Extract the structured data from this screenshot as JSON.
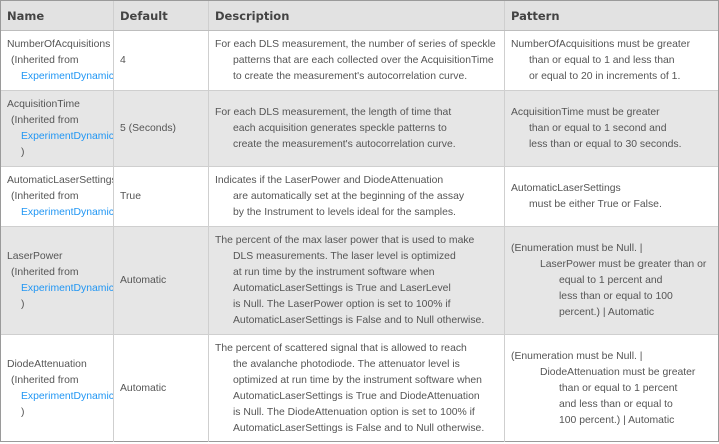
{
  "headers": [
    "Name",
    "Default",
    "Description",
    "Pattern"
  ],
  "inherited_prefix": "(Inherited from",
  "inherited_link": "ExperimentDynamicL",
  "inherited_suffix": ")",
  "rows": [
    {
      "name": "NumberOfAcquisitions",
      "show_suffix": false,
      "default": "4",
      "description": [
        "For each DLS measurement, the number of series of speckle",
        "patterns that are each collected over the AcquisitionTime",
        "to create the measurement's autocorrelation curve."
      ],
      "pattern": [
        "NumberOfAcquisitions must be greater",
        "than or equal to 1 and less than",
        "or equal to 20 in increments of 1."
      ]
    },
    {
      "name": "AcquisitionTime",
      "show_suffix": true,
      "default": "5 (Seconds)",
      "description": [
        "For each DLS measurement, the length of time that",
        "each acquisition generates speckle patterns to",
        "create the measurement's autocorrelation curve."
      ],
      "pattern": [
        "AcquisitionTime must be greater",
        "than or equal to 1 second and",
        "less than or equal to 30 seconds."
      ]
    },
    {
      "name": "AutomaticLaserSettings",
      "show_suffix": false,
      "default": "True",
      "description": [
        "Indicates if the LaserPower and DiodeAttenuation",
        "are automatically set at the beginning of the assay",
        "by the Instrument to levels ideal for the samples."
      ],
      "pattern": [
        "AutomaticLaserSettings",
        "must be either True or False."
      ]
    },
    {
      "name": "LaserPower",
      "show_suffix": true,
      "default": "Automatic",
      "description": [
        "The percent of the max laser power that is used to make",
        "DLS measurements. The laser level is optimized",
        "at run time by the instrument software when",
        "AutomaticLaserSettings is True and LaserLevel",
        "is Null.  The LaserPower option is set to 100% if",
        "AutomaticLaserSettings is False and to Null otherwise."
      ],
      "pattern": [
        "(Enumeration must be Null. |",
        "LaserPower must be greater than or",
        "equal to 1 percent and",
        "less than or equal to 100",
        "percent.) | Automatic"
      ]
    },
    {
      "name": "DiodeAttenuation",
      "show_suffix": true,
      "default": "Automatic",
      "description": [
        "The percent of scattered signal that is allowed to reach",
        "the avalanche photodiode. The attenuator level is",
        "optimized at run time by the instrument software when",
        "AutomaticLaserSettings is True and DiodeAttenuation",
        "is Null.  The DiodeAttenuation option is set to 100% if",
        "AutomaticLaserSettings is False and to Null otherwise."
      ],
      "pattern": [
        "(Enumeration must be Null. |",
        "DiodeAttenuation must be greater",
        "than or equal to 1 percent",
        "and less than or equal to",
        "100 percent.) | Automatic"
      ]
    }
  ]
}
